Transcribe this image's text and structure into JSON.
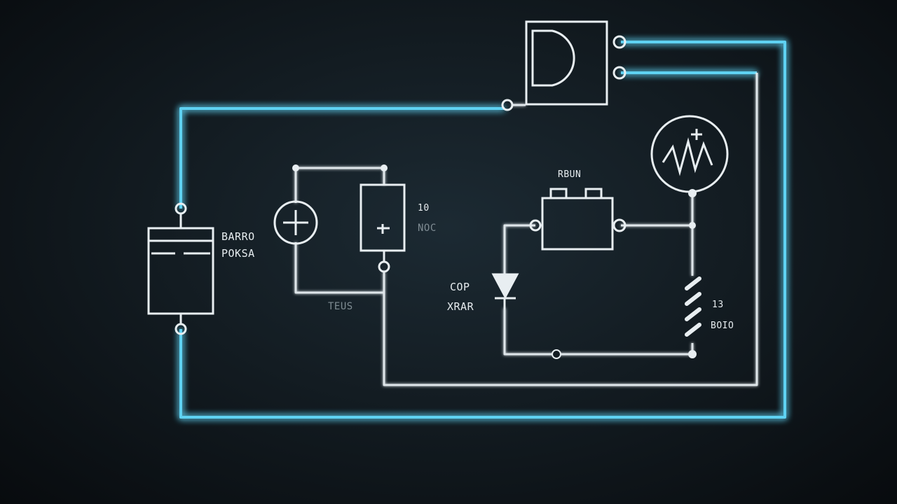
{
  "diagram": {
    "colors": {
      "background": "#131c22",
      "glow_wire": "#5fd2f2",
      "wire": "#dfe6ea"
    },
    "labels": {
      "battery_line1": "BARRO",
      "battery_line2": "POKSA",
      "label_10": "10",
      "label_noc": "NOC",
      "label_bottom": "TEUS",
      "relay": "RBUN",
      "diode_line1": "COP",
      "diode_line2": "XRAR",
      "resistor_line1": "13",
      "resistor_line2": "BOIO"
    },
    "components": [
      {
        "name": "battery",
        "type": "battery"
      },
      {
        "name": "source",
        "type": "voltage-source",
        "symbol": "plus"
      },
      {
        "name": "switch",
        "type": "switch-box"
      },
      {
        "name": "relay",
        "type": "relay"
      },
      {
        "name": "diode",
        "type": "diode"
      },
      {
        "name": "resistor",
        "type": "resistor"
      },
      {
        "name": "meter",
        "type": "meter"
      },
      {
        "name": "and-gate",
        "type": "logic-gate"
      }
    ]
  }
}
